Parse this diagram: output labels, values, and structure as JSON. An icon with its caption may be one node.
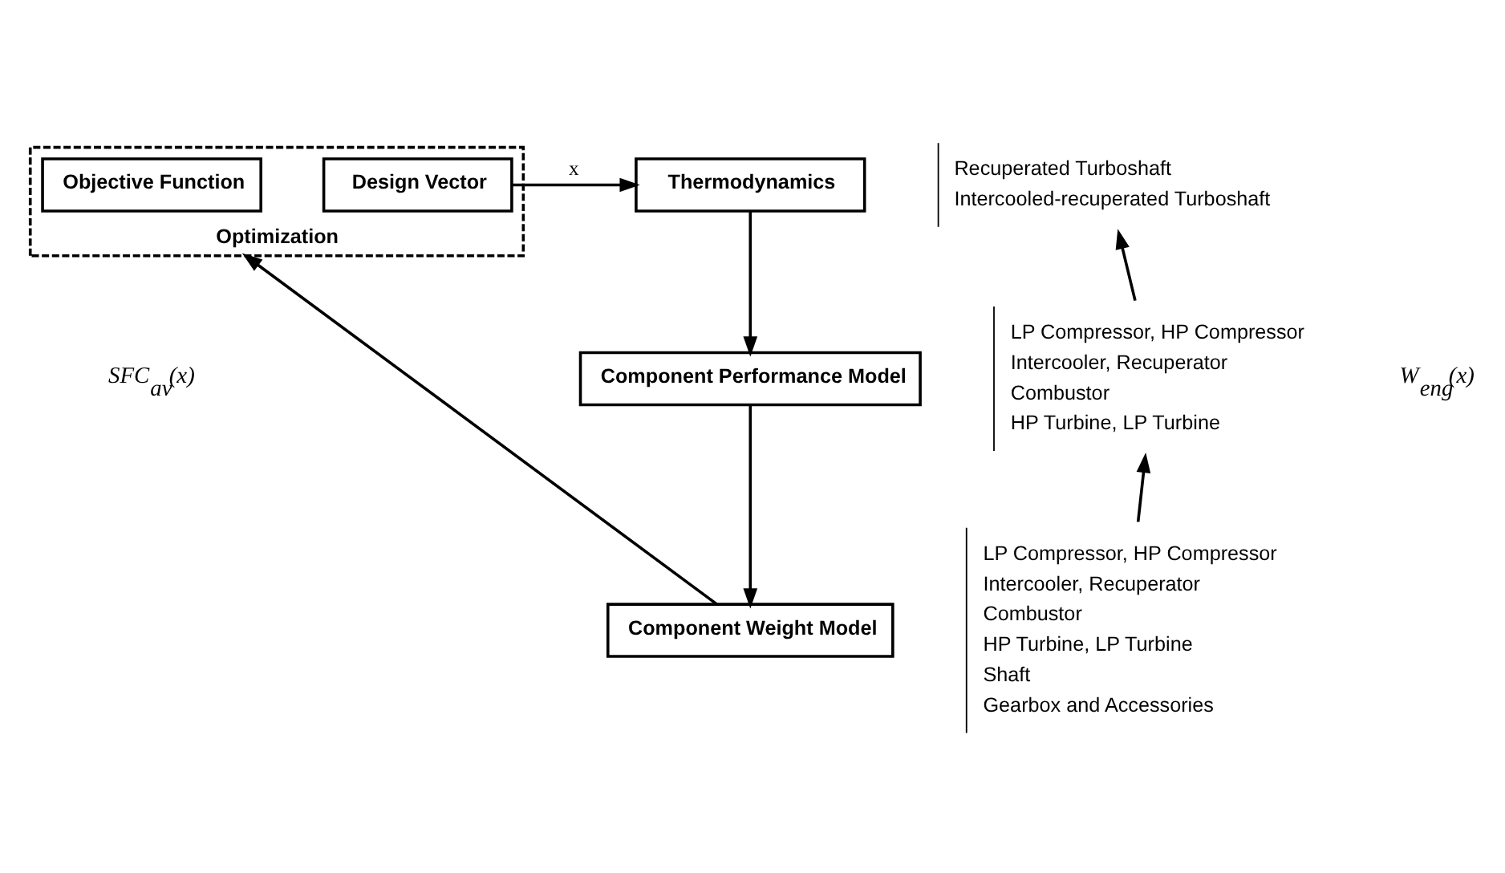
{
  "diagram": {
    "nodes": [
      {
        "text": [
          "Optimization"
        ]
      },
      {
        "text": [
          "Design Vector"
        ],
        "in": 0
      },
      {
        "text": [
          "Objective Function"
        ],
        "in": 0
      },
      {
        "text": [
          "Thermodynamics"
        ]
      },
      {
        "text": [
          "Component Performance Model"
        ]
      },
      {
        "text": [
          "Component Weight Model"
        ]
      },
      {
        "text": [
          "Recuperated Turboshaft",
          "Intercooled-recuperated Turboshaft"
        ]
      },
      {
        "text": [
          "LP Compressor, HP Compressor",
          "Intercooler, Recuperator",
          "Combustor",
          "HP Turbine, LP Turbine"
        ]
      },
      {
        "text": [
          "LP Compressor, HP Compressor",
          "Intercooler, Recuperator",
          "Combustor",
          "HP Turbine, LP Turbine",
          "Shaft",
          "Gearbox and Accessories"
        ]
      }
    ],
    "edges": [
      {
        "from": 1,
        "to": 3,
        "arrow": "to",
        "label": "x"
      },
      {
        "from": 3,
        "to": 4,
        "arrow": "to"
      },
      {
        "from": 4,
        "to": 5,
        "arrow": "to"
      },
      {
        "from": 5,
        "to": 0,
        "arrow": "to"
      },
      {
        "from": 8,
        "to": 7,
        "arrow": "to"
      },
      {
        "from": 7,
        "to": 6,
        "arrow": "to"
      }
    ],
    "labels": [
      "SFC$_{av}$(x)",
      "W$_{eng}$(x)"
    ]
  }
}
